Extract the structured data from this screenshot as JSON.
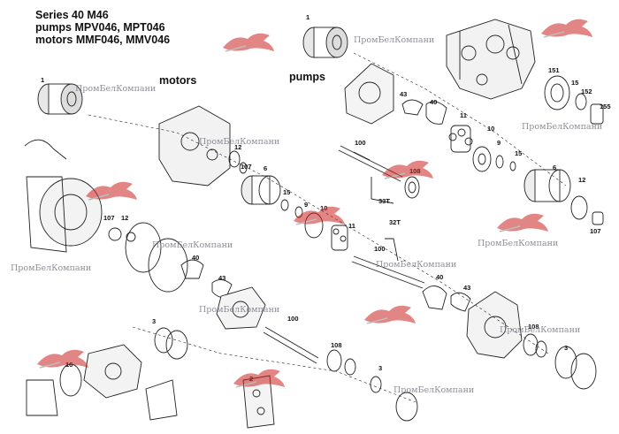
{
  "title": {
    "lines": [
      "Series 40 M46",
      "pumps  MPV046, MPT046",
      "motors MMF046, MMV046"
    ]
  },
  "sections": {
    "motors": "motors",
    "pumps": "pumps"
  },
  "callouts": [
    {
      "label": "1"
    },
    {
      "label": "1"
    },
    {
      "label": "151"
    },
    {
      "label": "15"
    },
    {
      "label": "152"
    },
    {
      "label": "155"
    },
    {
      "label": "43"
    },
    {
      "label": "40"
    },
    {
      "label": "11"
    },
    {
      "label": "10"
    },
    {
      "label": "9"
    },
    {
      "label": "15"
    },
    {
      "label": "100"
    },
    {
      "label": "108"
    },
    {
      "label": "6"
    },
    {
      "label": "12"
    },
    {
      "label": "107"
    },
    {
      "label": "33T"
    },
    {
      "label": "12"
    },
    {
      "label": "107"
    },
    {
      "label": "6"
    },
    {
      "label": "15"
    },
    {
      "label": "9"
    },
    {
      "label": "10"
    },
    {
      "label": "11"
    },
    {
      "label": "32T"
    },
    {
      "label": "100"
    },
    {
      "label": "107"
    },
    {
      "label": "12"
    },
    {
      "label": "40"
    },
    {
      "label": "43"
    },
    {
      "label": "40"
    },
    {
      "label": "43"
    },
    {
      "label": "3"
    },
    {
      "label": "100"
    },
    {
      "label": "108"
    },
    {
      "label": "3"
    },
    {
      "label": "2"
    },
    {
      "label": "16"
    },
    {
      "label": "108"
    },
    {
      "label": "3"
    }
  ],
  "watermark": "ПромБелКомпани",
  "watermark_spots": 11,
  "logo_spots": 9,
  "logo_icon": "horse-logo-icon",
  "colors": {
    "ink": "#222222",
    "watermark": "#7a7a8a",
    "logo": "#cc2222"
  }
}
